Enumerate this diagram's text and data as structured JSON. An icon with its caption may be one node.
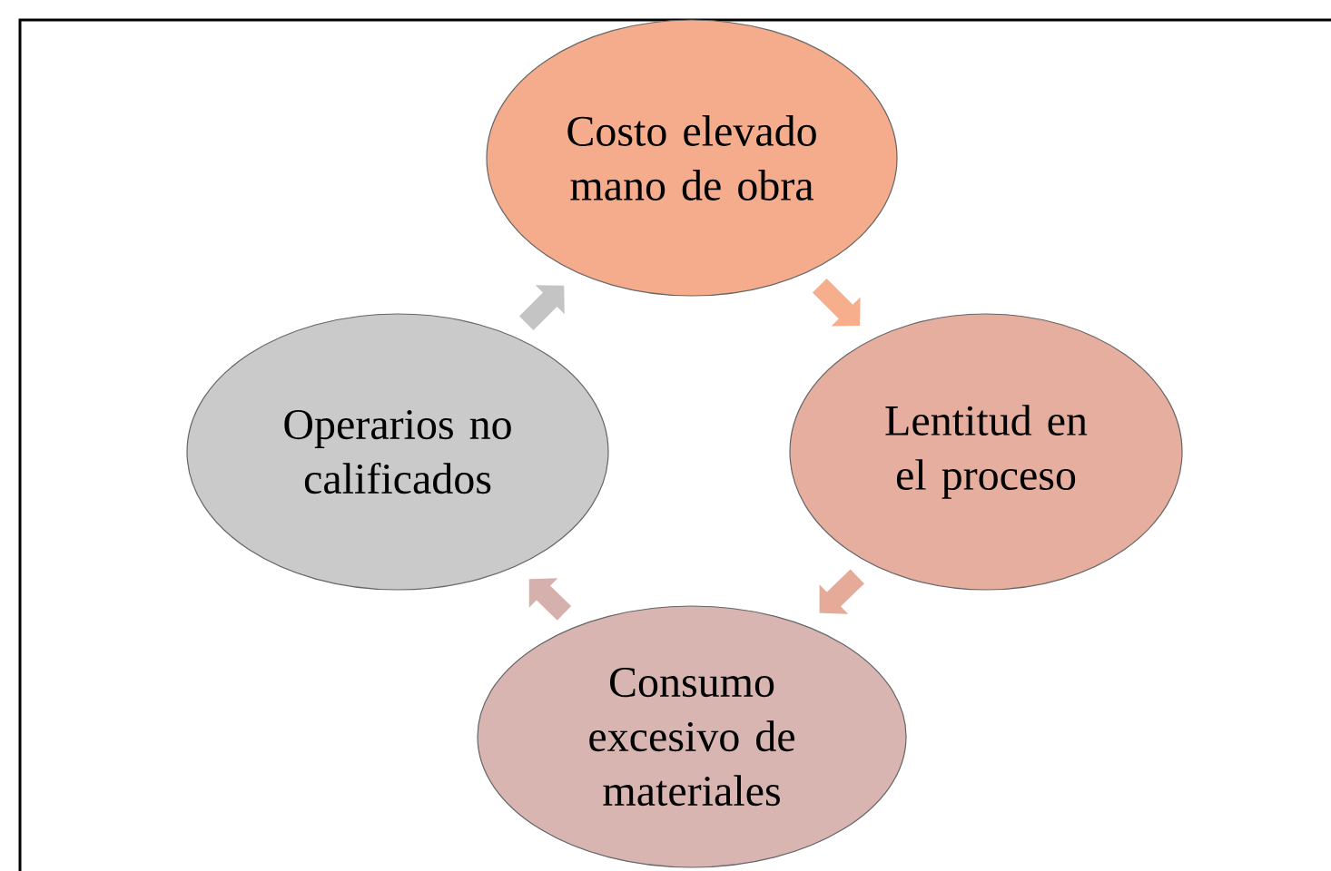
{
  "diagram": {
    "nodes": [
      {
        "text": [
          "Costo elevado mano de obra"
        ]
      },
      {
        "text": [
          "Lentitud en el proceso"
        ]
      },
      {
        "text": [
          "Consumo excesivo de materiales"
        ]
      },
      {
        "text": [
          "Operarios no calificados"
        ]
      }
    ],
    "edges": [
      {
        "from": 0,
        "to": 1,
        "arrow": "to",
        "color": "#f6ae8c"
      },
      {
        "from": 1,
        "to": 2,
        "arrow": "to",
        "color": "#e6aa98"
      },
      {
        "from": 2,
        "to": 3,
        "arrow": "to",
        "color": "#d6b0ac"
      },
      {
        "from": 3,
        "to": 0,
        "arrow": "to",
        "color": "#c4c4c4"
      }
    ]
  }
}
